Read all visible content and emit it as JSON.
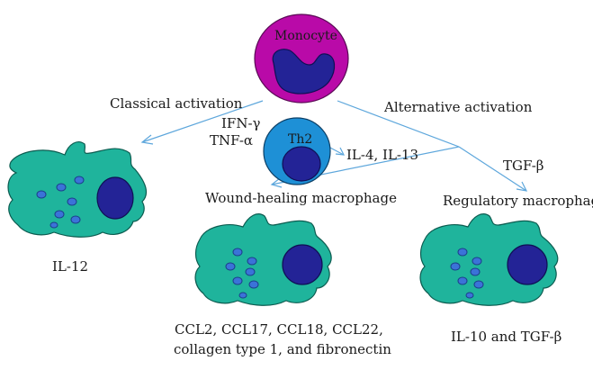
{
  "colors": {
    "monocyte_outer": "#b90aa8",
    "monocyte_stroke": "#5a0a55",
    "nucleus": "#232396",
    "nucleus_stroke": "#0f0f55",
    "cell": "#1fb49c",
    "cell_stroke": "#0c5c50",
    "th2_outer": "#1e90d6",
    "vesicle": "#3b73d8",
    "arrow": "#5ea7dc"
  },
  "nodes": {
    "monocyte": "Monocyte",
    "th2": "Th2"
  },
  "labels": {
    "classical_activation": "Classical activation",
    "alternative_activation": "Alternative activation",
    "ifn_gamma": "IFN-γ",
    "tnf_alpha": "TNF-α",
    "il4_il13": "IL-4, IL-13",
    "tgf_beta": "TGF-β",
    "wound_healing": "Wound-healing macrophage",
    "regulatory": "Regulatory macrophage",
    "il12": "IL-12",
    "ccl_line1": "CCL2, CCL17, CCL18, CCL22,",
    "ccl_line2": "collagen type 1, and fibronectin",
    "il10_tgf": "IL-10 and TGF-β"
  }
}
